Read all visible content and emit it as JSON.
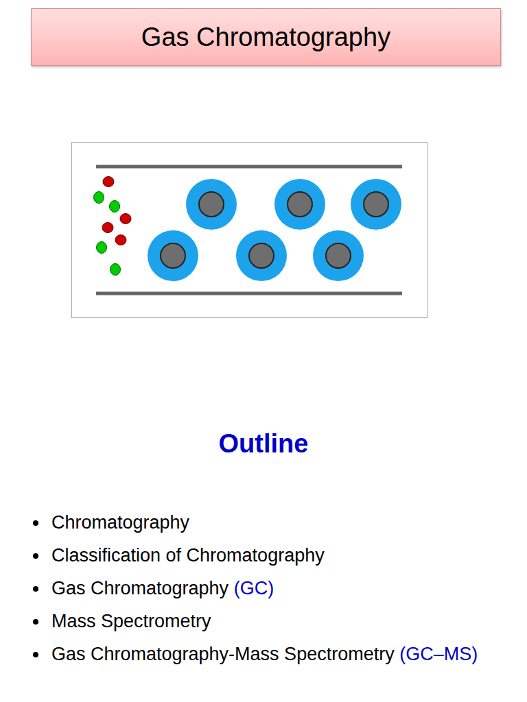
{
  "diagram": {
    "title": "Gas Chromatography",
    "labels": [
      "Outline",
      "Chromatography",
      "Classification of Chromatography",
      "Gas Chromatography",
      "(GC)",
      "Mass Spectrometry",
      "Gas Chromatography-Mass Spectrometry",
      "(GC–MS)"
    ]
  }
}
